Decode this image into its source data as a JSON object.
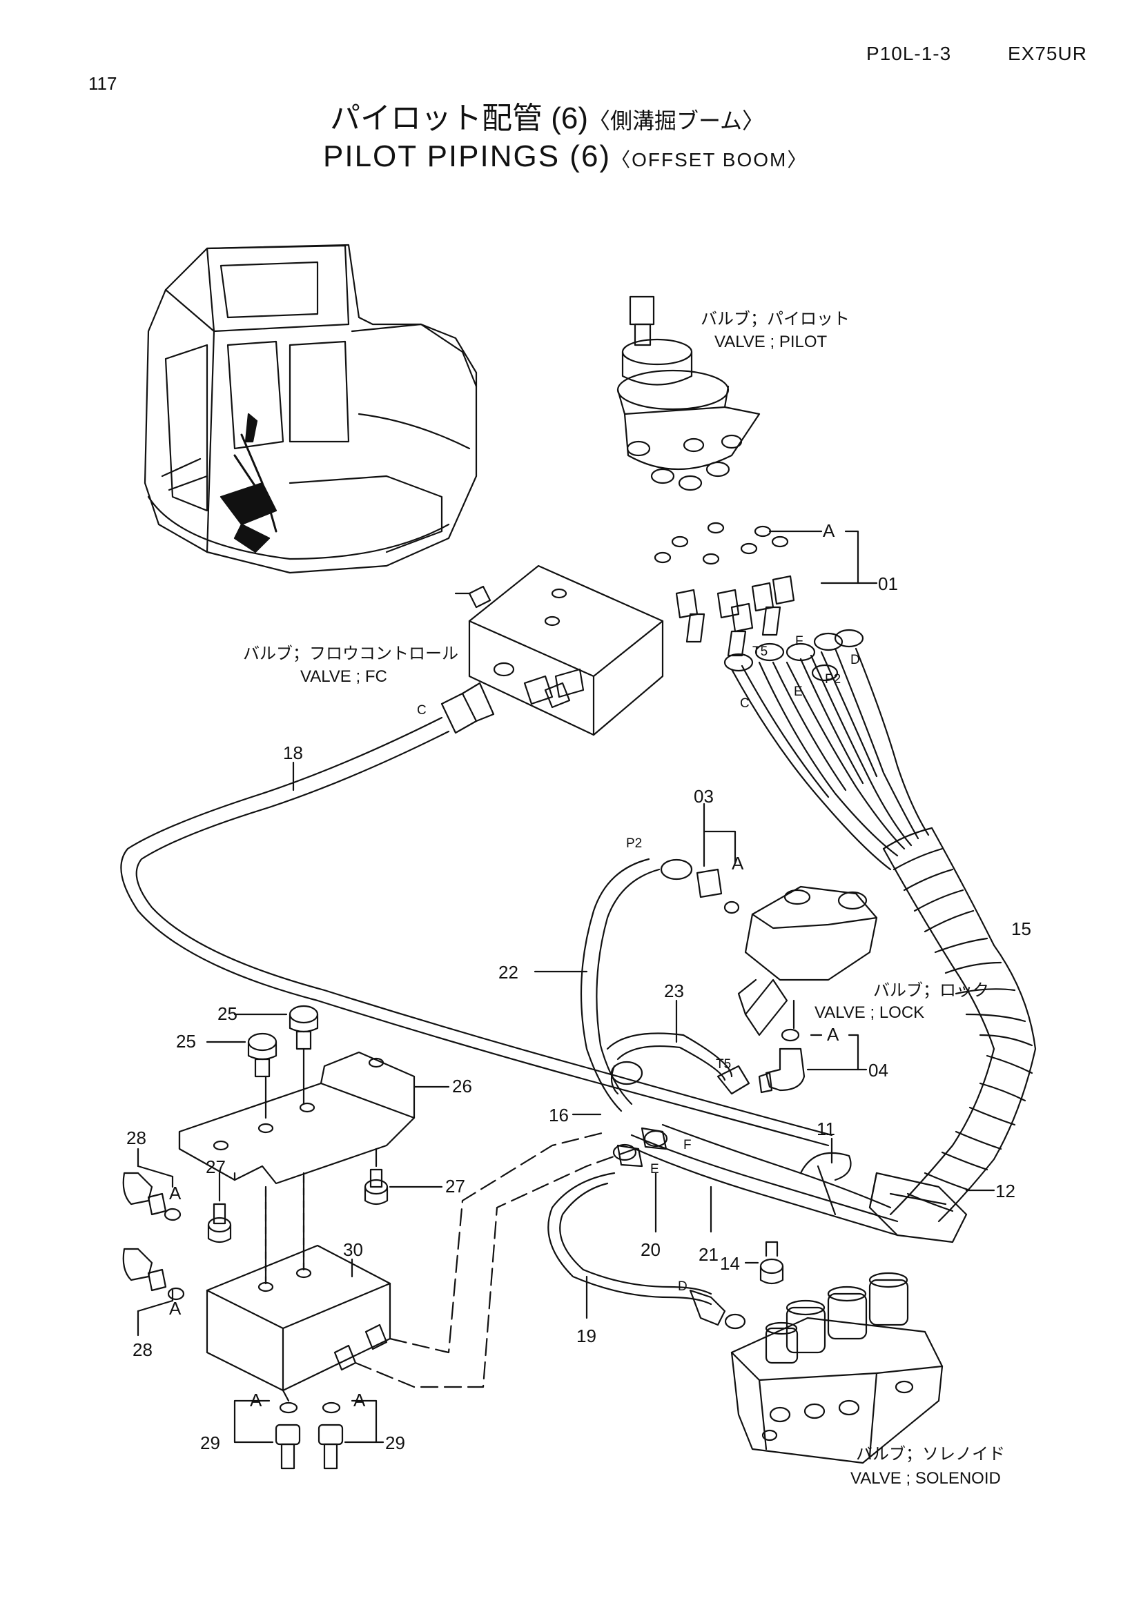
{
  "header": {
    "page_number": "117",
    "page_code": "P10L-1-3",
    "model": "EX75UR",
    "title_ja": "パイロット配管 (6)",
    "title_ja_sub": "〈側溝掘ブーム〉",
    "title_en": "PILOT PIPINGS (6)",
    "title_en_sub": "〈OFFSET BOOM〉"
  },
  "components": {
    "valve_pilot": {
      "ja": "バルブ；パイロット",
      "en": "VALVE ; PILOT"
    },
    "valve_fc": {
      "ja": "バルブ；フロウコントロール",
      "en": "VALVE ; FC"
    },
    "valve_lock": {
      "ja": "バルブ；ロック",
      "en": "VALVE ; LOCK"
    },
    "valve_solenoid": {
      "ja": "バルブ；ソレノイド",
      "en": "VALVE ; SOLENOID"
    }
  },
  "part_numbers": {
    "p01": "01",
    "p03": "03",
    "p04": "04",
    "p11": "11",
    "p12": "12",
    "p14": "14",
    "p15": "15",
    "p16": "16",
    "p18": "18",
    "p19": "19",
    "p20": "20",
    "p21": "21",
    "p22": "22",
    "p23": "23",
    "p25a": "25",
    "p25b": "25",
    "p26": "26",
    "p27a": "27",
    "p27b": "27",
    "p28a": "28",
    "p28b": "28",
    "p29a": "29",
    "p29b": "29",
    "p30": "30"
  },
  "port_labels": {
    "A1": "A",
    "A2": "A",
    "A3": "A",
    "A4": "A",
    "A5": "A",
    "A6": "A",
    "A7": "A",
    "C1": "C",
    "C2": "C",
    "D1": "D",
    "D2": "D",
    "E1": "E",
    "E2": "E",
    "F1": "F",
    "F2": "F",
    "T5a": "T5",
    "T5b": "T5",
    "P2a": "P2",
    "P2b": "P2"
  },
  "colors": {
    "ink": "#111111",
    "paper": "#ffffff"
  }
}
